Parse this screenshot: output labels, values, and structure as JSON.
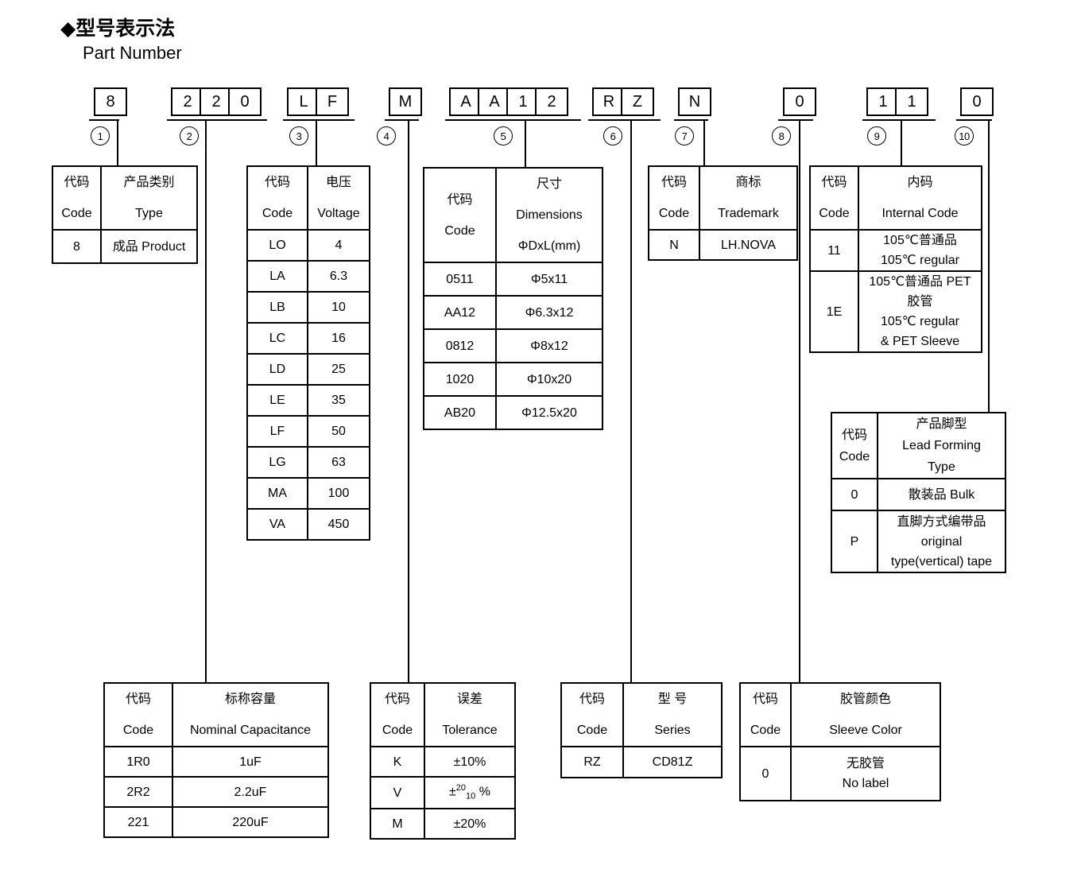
{
  "title": "◆型号表示法",
  "subtitle": "Part Number",
  "part_number": {
    "groups": [
      {
        "chars": [
          "8"
        ],
        "marker": "1"
      },
      {
        "chars": [
          "2",
          "2",
          "0"
        ],
        "marker": "2"
      },
      {
        "chars": [
          "L",
          "F"
        ],
        "marker": "3"
      },
      {
        "chars": [
          "M"
        ],
        "marker": "4"
      },
      {
        "chars": [
          "A",
          "A",
          "1",
          "2"
        ],
        "marker": "5"
      },
      {
        "chars": [
          "R",
          "Z"
        ],
        "marker": "6"
      },
      {
        "chars": [
          "N"
        ],
        "marker": "7"
      },
      {
        "chars": [
          "0"
        ],
        "marker": "8"
      },
      {
        "chars": [
          "1",
          "1"
        ],
        "marker": "9"
      },
      {
        "chars": [
          "0"
        ],
        "marker": "10"
      }
    ]
  },
  "tables": {
    "product_type": {
      "code_header": "代码\nCode",
      "value_header": "产品类别\nType",
      "rows": [
        {
          "code": "8",
          "value": "成品 Product"
        }
      ]
    },
    "voltage": {
      "code_header": "代码\nCode",
      "value_header": "电压\nVoltage",
      "rows": [
        {
          "code": "LO",
          "value": "4"
        },
        {
          "code": "LA",
          "value": "6.3"
        },
        {
          "code": "LB",
          "value": "10"
        },
        {
          "code": "LC",
          "value": "16"
        },
        {
          "code": "LD",
          "value": "25"
        },
        {
          "code": "LE",
          "value": "35"
        },
        {
          "code": "LF",
          "value": "50"
        },
        {
          "code": "LG",
          "value": "63"
        },
        {
          "code": "MA",
          "value": "100"
        },
        {
          "code": "VA",
          "value": "450"
        }
      ]
    },
    "dimensions": {
      "code_header": "代码\nCode",
      "value_header": "尺寸\nDimensions\nΦDxL(mm)",
      "rows": [
        {
          "code": "0511",
          "value": "Φ5x11"
        },
        {
          "code": "AA12",
          "value": "Φ6.3x12"
        },
        {
          "code": "0812",
          "value": "Φ8x12"
        },
        {
          "code": "1020",
          "value": "Φ10x20"
        },
        {
          "code": "AB20",
          "value": "Φ12.5x20"
        }
      ]
    },
    "trademark": {
      "code_header": "代码\nCode",
      "value_header": "商标\nTrademark",
      "rows": [
        {
          "code": "N",
          "value": "LH.NOVA"
        }
      ]
    },
    "internal_code": {
      "code_header": "代码\nCode",
      "value_header": "内码\nInternal Code",
      "rows": [
        {
          "code": "11",
          "value": "105℃普通品\n105℃ regular"
        },
        {
          "code": "1E",
          "value": "105℃普通品 PET\n胶管\n105℃ regular\n& PET Sleeve"
        }
      ]
    },
    "lead_forming": {
      "code_header": "代码\nCode",
      "value_header": "产品脚型\nLead Forming\nType",
      "rows": [
        {
          "code": "0",
          "value": "散装品 Bulk"
        },
        {
          "code": "P",
          "value": "直脚方式编带品\noriginal\ntype(vertical) tape"
        }
      ]
    },
    "capacitance": {
      "code_header": "代码\nCode",
      "value_header": "标称容量\nNominal Capacitance",
      "rows": [
        {
          "code": "1R0",
          "value": "1uF"
        },
        {
          "code": "2R2",
          "value": "2.2uF"
        },
        {
          "code": "221",
          "value": "220uF"
        }
      ]
    },
    "tolerance": {
      "code_header": "代码\nCode",
      "value_header": "误差\nTolerance",
      "rows": [
        {
          "code": "K",
          "value": "±10%"
        },
        {
          "code": "V",
          "sign": "±",
          "sup": "20",
          "sub": "10",
          "pct": "%"
        },
        {
          "code": "M",
          "value": "±20%"
        }
      ]
    },
    "series": {
      "code_header": "代码\nCode",
      "value_header": "型 号\nSeries",
      "rows": [
        {
          "code": "RZ",
          "value": "CD81Z"
        }
      ]
    },
    "sleeve_color": {
      "code_header": "代码\nCode",
      "value_header": "胶管颜色\nSleeve Color",
      "rows": [
        {
          "code": "0",
          "value": "无胶管\nNo label"
        }
      ]
    }
  }
}
